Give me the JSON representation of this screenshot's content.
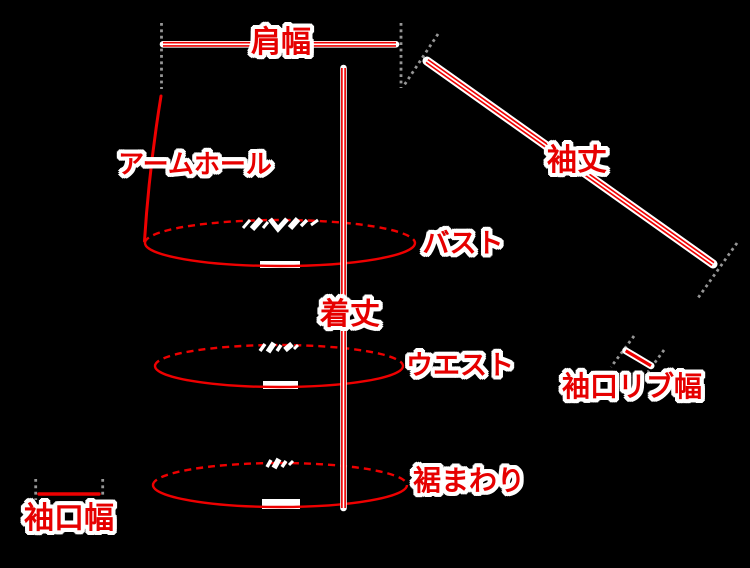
{
  "labels": {
    "shoulder_width": "肩幅",
    "armhole": "アームホール",
    "sleeve_length": "袖丈",
    "bust": "バスト",
    "body_length": "着丈",
    "waist": "ウエスト",
    "cuff_rib_width": "袖口リブ幅",
    "hem_circumference": "裾まわり",
    "cuff_width": "袖口幅"
  },
  "colors": {
    "background": "#000000",
    "measure_line_red": "#ee0000",
    "label_red": "#e60000",
    "guide_dot_gray": "#969696",
    "casing_white": "#ffffff"
  }
}
